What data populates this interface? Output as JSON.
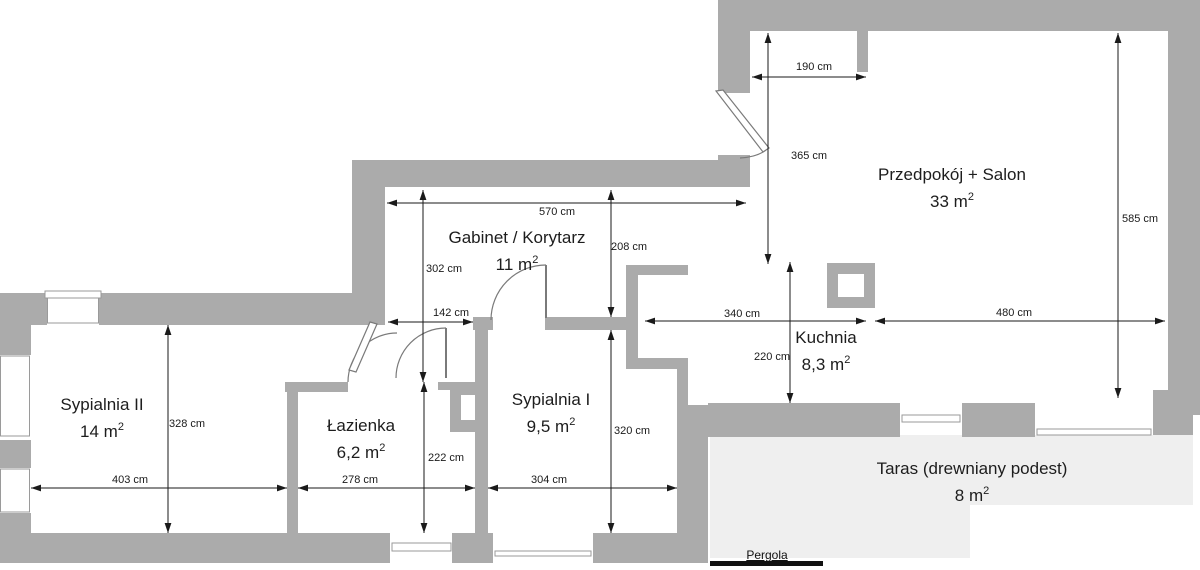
{
  "rooms": {
    "salon": {
      "name": "Przedpokój + Salon",
      "area": "33 m",
      "area_sup": "2"
    },
    "gabinet": {
      "name": "Gabinet / Korytarz",
      "area": "11 m",
      "area_sup": "2"
    },
    "kuchnia": {
      "name": "Kuchnia",
      "area": "8,3 m",
      "area_sup": "2"
    },
    "sypialnia1": {
      "name": "Sypialnia I",
      "area": "9,5 m",
      "area_sup": "2"
    },
    "sypialnia2": {
      "name": "Sypialnia II",
      "area": "14 m",
      "area_sup": "2"
    },
    "lazienka": {
      "name": "Łazienka",
      "area": "6,2 m",
      "area_sup": "2"
    },
    "taras": {
      "name": "Taras (drewniany podest)",
      "area": "8 m",
      "area_sup": "2"
    },
    "pergola": {
      "name": "Pergola"
    }
  },
  "dims": {
    "w190": "190 cm",
    "h365": "365 cm",
    "h585": "585 cm",
    "w570": "570 cm",
    "h208": "208 cm",
    "h302": "302 cm",
    "w142": "142 cm",
    "w340": "340 cm",
    "w480": "480 cm",
    "h220": "220 cm",
    "h328": "328 cm",
    "w403": "403 cm",
    "w278": "278 cm",
    "w304": "304 cm",
    "h222": "222 cm",
    "h320": "320 cm"
  },
  "colors": {
    "wall": "#ababab",
    "terrace": "#efefef",
    "dimension": "#1a1a1a",
    "pergola_bar": "#111111",
    "window_frame": "#9a9a9a",
    "door": "#7a7a7a"
  }
}
